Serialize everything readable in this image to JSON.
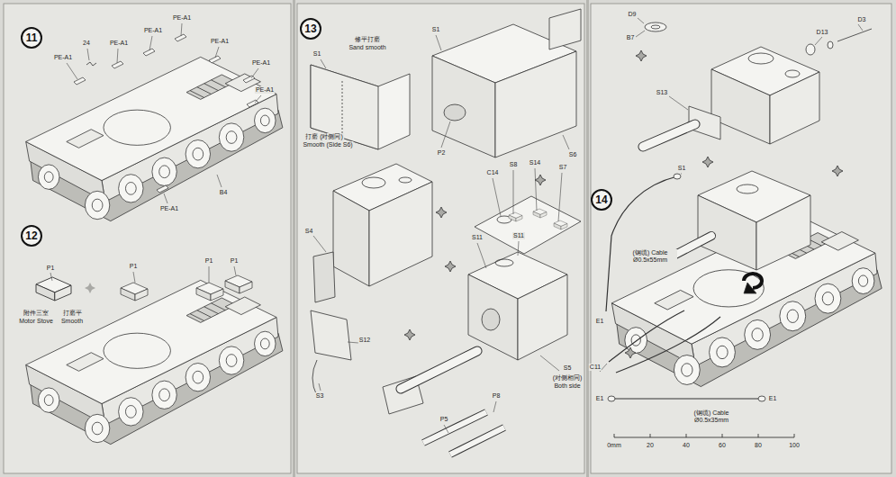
{
  "diagram": {
    "nodes": [
      {
        "text": [
          "11"
        ]
      },
      {
        "text": [
          "12"
        ]
      },
      {
        "text": [
          "13"
        ]
      },
      {
        "text": [
          "14"
        ]
      }
    ],
    "labels": [
      "PE-A1",
      "24",
      "PE-A1",
      "PE-A1",
      "PE-A1",
      "PE-A1",
      "PE-A1",
      "PE-A1",
      "B4",
      "PE-A1",
      "P1",
      "附件三室",
      "Motor Stove",
      "打磨平",
      "Smooth",
      "P1",
      "P1",
      "P1",
      "S1",
      "修平打磨",
      "Sand smooth",
      "打磨 (对侧同)",
      "Smooth (Side S6)",
      "S1",
      "P2",
      "S6",
      "S4",
      "C14",
      "S8",
      "S14",
      "S7",
      "S11",
      "S11",
      "S12",
      "S3",
      "S5",
      "(对侧相同)",
      "Both side",
      "P5",
      "P8",
      "D9",
      "B7",
      "D3",
      "D13",
      "S13",
      "S1",
      "(钢缆) Cable Ø0.5x55mm",
      "E1",
      "C11",
      "E1",
      "E1",
      "(钢缆) Cable Ø0.5x35mm",
      "0mm",
      "20",
      "40",
      "60",
      "80",
      "100"
    ]
  }
}
